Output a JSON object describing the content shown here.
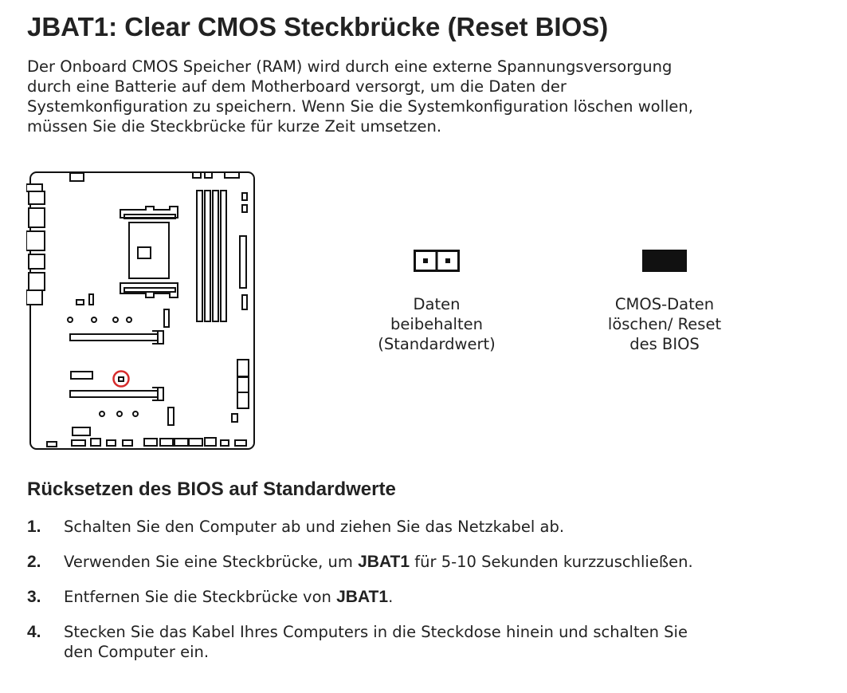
{
  "title": "JBAT1: Clear CMOS Steckbrücke (Reset BIOS)",
  "intro_lines": [
    "Der Onboard CMOS Speicher (RAM) wird durch eine externe Spannungsversorgung",
    "durch eine Batterie auf dem Motherboard versorgt, um die Daten der",
    "Systemkonfiguration zu speichern. Wenn Sie die Systemkonfiguration löschen wollen,",
    "müssen Sie die Steckbrücke für kurze Zeit umsetzen."
  ],
  "jumper_keep": {
    "caption_lines": [
      "Daten",
      "beibehalten",
      "(Standardwert)"
    ]
  },
  "jumper_clear": {
    "caption_lines": [
      "CMOS-Daten",
      "löschen/ Reset",
      "des BIOS"
    ]
  },
  "colors": {
    "text": "#222222",
    "highlight": "#d62b2b",
    "line": "#111111"
  },
  "subtitle": "Rücksetzen des BIOS auf Standardwerte",
  "steps": [
    {
      "num": "1.",
      "text": "Schalten Sie den Computer ab und ziehen Sie das Netzkabel ab."
    },
    {
      "num": "2.",
      "before": "Verwenden Sie eine Steckbrücke, um ",
      "bold": "JBAT1",
      "after": " für 5-10 Sekunden kurzzuschließen."
    },
    {
      "num": "3.",
      "before": "Entfernen Sie die Steckbrücke von ",
      "bold": "JBAT1",
      "after": "."
    },
    {
      "num": "4.",
      "lines": [
        "Stecken Sie das Kabel Ihres Computers in die Steckdose hinein und schalten Sie",
        "den Computer ein."
      ]
    }
  ]
}
